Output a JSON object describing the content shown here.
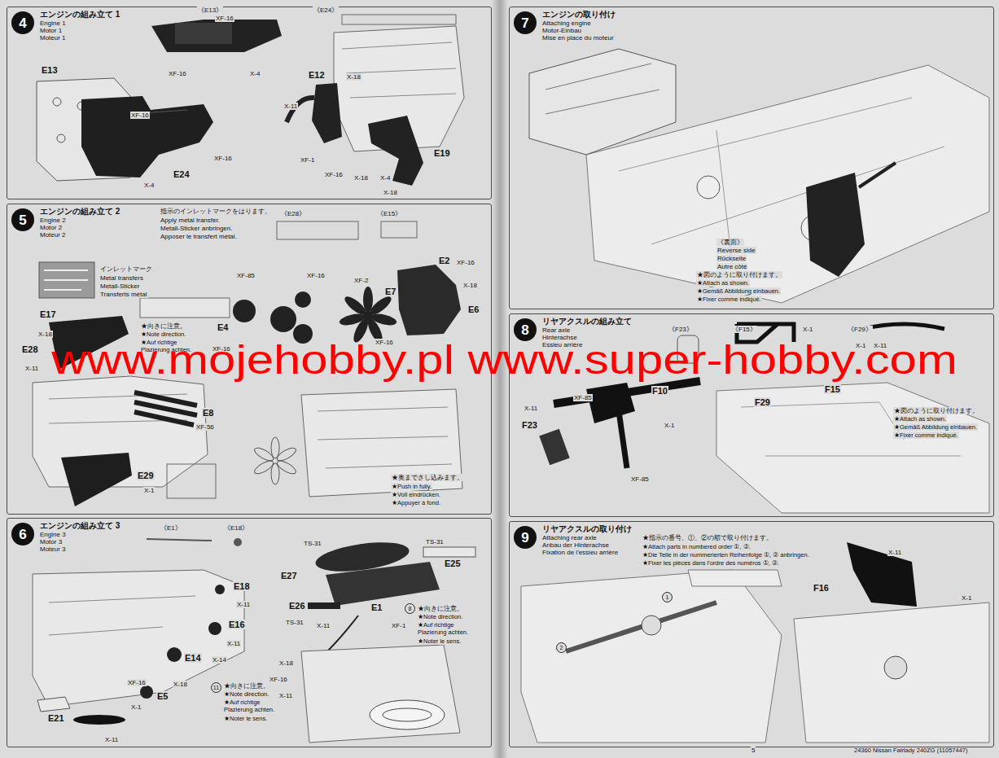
{
  "diagram": {
    "nodes": [
      {
        "text": [
          "エンジンの組み立て 1",
          "Engine 1",
          "Motor 1",
          "Moteur 1"
        ]
      },
      {
        "text": [
          "4"
        ],
        "in": 0
      },
      {
        "text": [
          "エンジンの組み立て 2",
          "Engine 2",
          "Motor 2",
          "Moteur 2"
        ]
      },
      {
        "text": [
          "5"
        ],
        "in": 2
      },
      {
        "text": [
          "エンジンの組み立て 3",
          "Engine 3",
          "Motor 3",
          "Moteur 3"
        ]
      },
      {
        "text": [
          "6"
        ],
        "in": 4
      },
      {
        "text": [
          "エンジンの取り付け",
          "Attaching engine",
          "Motor-Einbau",
          "Mise en place du moteur"
        ]
      },
      {
        "text": [
          "7"
        ],
        "in": 6
      },
      {
        "text": [
          "リヤアクスルの組み立て",
          "Rear axle",
          "Hinterachse",
          "Essieu arrière"
        ]
      },
      {
        "text": [
          "8"
        ],
        "in": 8
      },
      {
        "text": [
          "リヤアクスルの取り付け",
          "Attaching rear axle",
          "Anbau der Hinterachse",
          "Fixation de l'essieu arrière"
        ]
      },
      {
        "text": [
          "9"
        ],
        "in": 10
      }
    ],
    "labels": [
      "《E13》",
      "XF-16",
      "XF-16",
      "X-4",
      "E13",
      "XF-16",
      "XF-16",
      "X-4",
      "E24",
      "《E24》",
      "E12",
      "X-18",
      "X-11",
      "XF-1",
      "XF-16",
      "E19",
      "X-4",
      "X-18",
      "X-18",
      "指示のインレットマークをはります。",
      "Apply metal transfer.",
      "Metall-Sticker anbringen.",
      "Apposer le transfert métal.",
      "《E28》",
      "《E15》",
      "インレットマーク",
      "Metal transfers",
      "Metall-Sticker",
      "Transferts métal",
      "E17",
      "X-18",
      "E28",
      "X-11",
      "★向きに注意。",
      "★Note direction.",
      "★Auf richtige Plazierung achten.",
      "XF-85",
      "XF-16",
      "XF-2",
      "E2",
      "XF-16",
      "X-18",
      "E7",
      "E6",
      "E4",
      "XF-16",
      "XF-16",
      "E8",
      "XF-56",
      "E29",
      "X-1",
      "★奥までさし込みます。",
      "★Push in fully.",
      "★Voll eindrücken.",
      "★Appuyer à fond.",
      "《E1》",
      "《E18》",
      "TS-31",
      "TS-31",
      "E27",
      "E25",
      "E26",
      "TS-31",
      "E1",
      "X-11",
      "XF-1",
      "8",
      "★向きに注意。",
      "★Note direction.",
      "★Auf richtige Plazierung achten.",
      "★Noter le sens.",
      "E18",
      "X-11",
      "E16",
      "X-11",
      "E14",
      "X-14",
      "XF-16",
      "X-18",
      "E5",
      "11",
      "★向きに注意。",
      "★Note direction.",
      "★Auf richtige Plazierung achten.",
      "★Noter le sens.",
      "X-1",
      "E21",
      "X-11",
      "X-18",
      "XF-16",
      "X-11",
      "《裏面》",
      "Reverse side",
      "Rückseite",
      "Autre côté",
      "★図のように取り付けます。",
      "★Attach as shown.",
      "★Gemäß Abbildung einbauen.",
      "★Fixer comme indiqué.",
      "《F23》",
      "《F15》",
      "X-1",
      "《F29》",
      "X-1",
      "X-11",
      "X-11",
      "XF-85",
      "F23",
      "F10",
      "X-1",
      "XF-85",
      "F29",
      "F15",
      "★図のように取り付けます。",
      "★Attach as shown.",
      "★Gemäß Abbildung einbauen.",
      "★Fixer comme indiqué.",
      "★指示の番号、①、②の順で取り付けます。",
      "★Attach parts in numbered order ①, ②.",
      "★Die Teile in der nummerierten Reihenfolge ①, ② anbringen.",
      "★Fixer les pièces dans l'ordre des numéros ①, ②.",
      "1",
      "2",
      "F16",
      "X-11",
      "X-1",
      "5",
      "24360 Nissan Fairlady 240ZG (11057447)",
      "www.mojehobby.pl www.super-hobby.com"
    ]
  }
}
